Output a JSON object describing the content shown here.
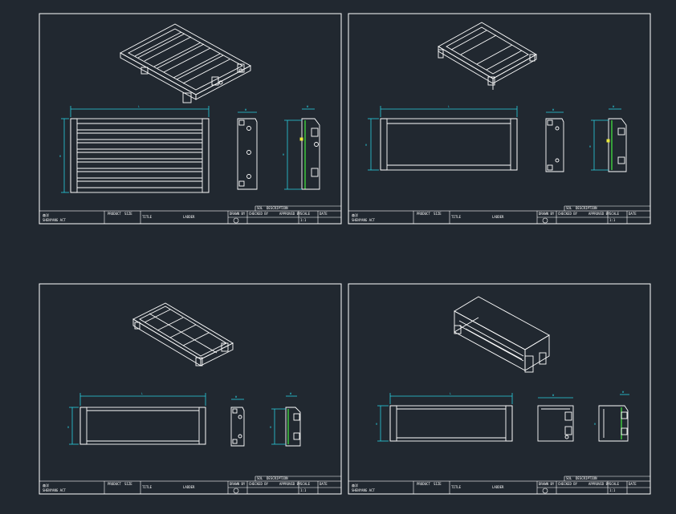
{
  "drawings": [
    {
      "dims": {
        "length": "L",
        "height": "H",
        "section_w": "W",
        "side_h": "H",
        "side_w": "W"
      },
      "title_block": {
        "company_cn": "森洋",
        "company_en": "SHENYANG ACT",
        "product_label": "PRODUCT",
        "size_label": "SIZE",
        "title_label": "TITLE",
        "title": "LADDER",
        "sol": "SOL",
        "description": "DESCRIPTION",
        "drawn": "DRAWN BY",
        "checked": "CHECKED BY",
        "approved": "APPROVED BY",
        "scale": "SCALE",
        "date": "DATE",
        "sheet": "1:1"
      }
    },
    {
      "dims": {
        "length": "L",
        "height": "H",
        "section_w": "W",
        "side_h": "H",
        "side_w": "W"
      },
      "title_block": {
        "company_cn": "森洋",
        "company_en": "SHENYANG ACT",
        "product_label": "PRODUCT",
        "size_label": "SIZE",
        "title_label": "TITLE",
        "title": "LADDER",
        "sol": "SOL",
        "description": "DESCRIPTION",
        "drawn": "DRAWN BY",
        "checked": "CHECKED BY",
        "approved": "APPROVED BY",
        "scale": "SCALE",
        "date": "DATE",
        "sheet": "1:1"
      }
    },
    {
      "dims": {
        "length": "L",
        "height": "H",
        "section_w": "W",
        "side_h": "H",
        "side_w": "W"
      },
      "title_block": {
        "company_cn": "森洋",
        "company_en": "SHENYANG ACT",
        "product_label": "PRODUCT",
        "size_label": "SIZE",
        "title_label": "TITLE",
        "title": "LADDER",
        "sol": "SOL",
        "description": "DESCRIPTION",
        "drawn": "DRAWN BY",
        "checked": "CHECKED BY",
        "approved": "APPROVED BY",
        "scale": "SCALE",
        "date": "DATE",
        "sheet": "1:1"
      }
    },
    {
      "dims": {
        "length": "L",
        "height": "H",
        "section_w": "W",
        "side_h": "H",
        "side_w": "W"
      },
      "title_block": {
        "company_cn": "森洋",
        "company_en": "SHENYANG ACT",
        "product_label": "PRODUCT",
        "size_label": "SIZE",
        "title_label": "TITLE",
        "title": "LADDER",
        "sol": "SOL",
        "description": "DESCRIPTION",
        "drawn": "DRAWN BY",
        "checked": "CHECKED BY",
        "approved": "APPROVED BY",
        "scale": "SCALE",
        "date": "DATE",
        "sheet": "1:1"
      }
    }
  ],
  "colors": {
    "background": "#212830",
    "lines": "#ffffff",
    "dimension": "#28d0e0",
    "highlight": "#3fd23f"
  }
}
